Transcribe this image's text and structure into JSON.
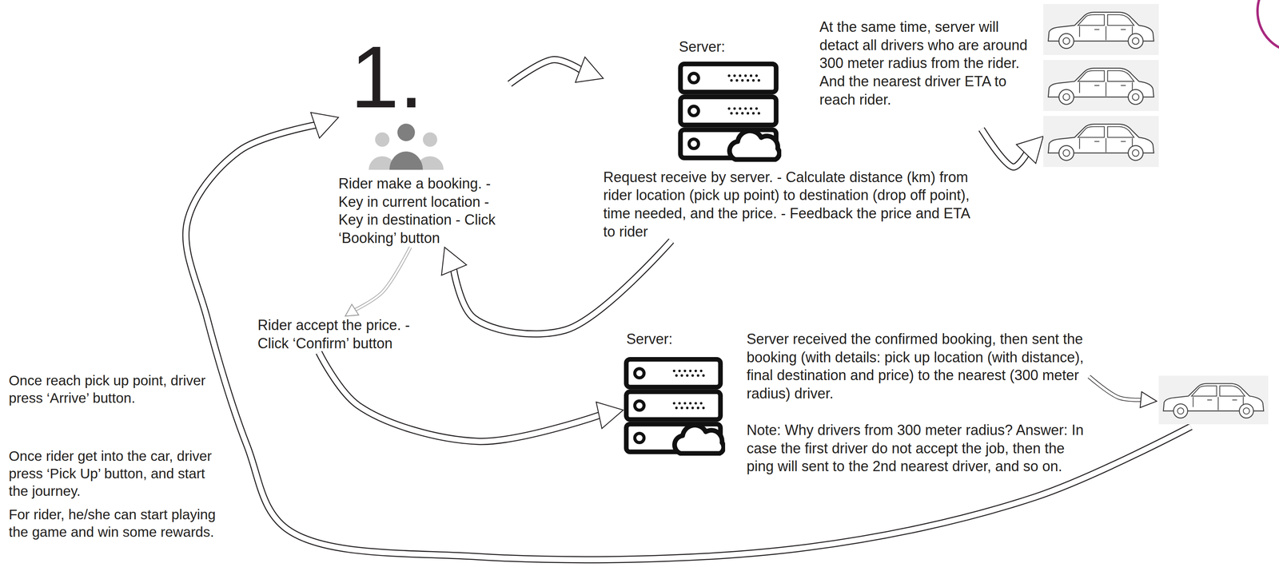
{
  "diagram": {
    "nodes": [
      {
        "text": [
          "1.",
          "Rider make a booking. - Key in current location - Key in destination - Click ‘Booking’ button"
        ]
      },
      {
        "text": [
          "Server:",
          "Request receive by server. - Calculate distance (km) from rider location (pick up point) to destination (drop off point), time needed, and the price. - Feedback the price and ETA to rider"
        ]
      },
      {
        "text": []
      },
      {
        "text": [
          "Rider accept the price. - Click ‘Confirm’ button"
        ]
      },
      {
        "text": [
          "Server:",
          "Server received the confirmed booking, then sent the booking (with details: pick up location (with distance), final destination and price) to the nearest (300 meter radius) driver.",
          "Note: Why drivers from 300 meter radius? Answer: In case the first driver do not accept the job, then the ping will sent to the 2nd nearest driver, and so on."
        ]
      },
      {
        "text": []
      }
    ],
    "edges": [
      {
        "from": 0,
        "to": 1,
        "arrow": "to"
      },
      {
        "from": 1,
        "to": 2,
        "arrow": "to"
      },
      {
        "from": 1,
        "to": 0,
        "arrow": "to"
      },
      {
        "from": 0,
        "to": 3,
        "arrow": "to"
      },
      {
        "from": 3,
        "to": 4,
        "arrow": "to"
      },
      {
        "from": 4,
        "to": 5,
        "arrow": "to"
      },
      {
        "from": 5,
        "to": 0,
        "arrow": "to"
      }
    ],
    "labels": [
      "At the same time, server will detact all drivers who are around 300 meter radius from the rider. And the nearest driver ETA to reach rider.",
      "Once reach pick up point, driver press ‘Arrive’ button.",
      "Once rider get into the car, driver press ‘Pick Up’ button, and start the journey.",
      "For rider, he/she can start playing the game and win some rewards."
    ]
  }
}
